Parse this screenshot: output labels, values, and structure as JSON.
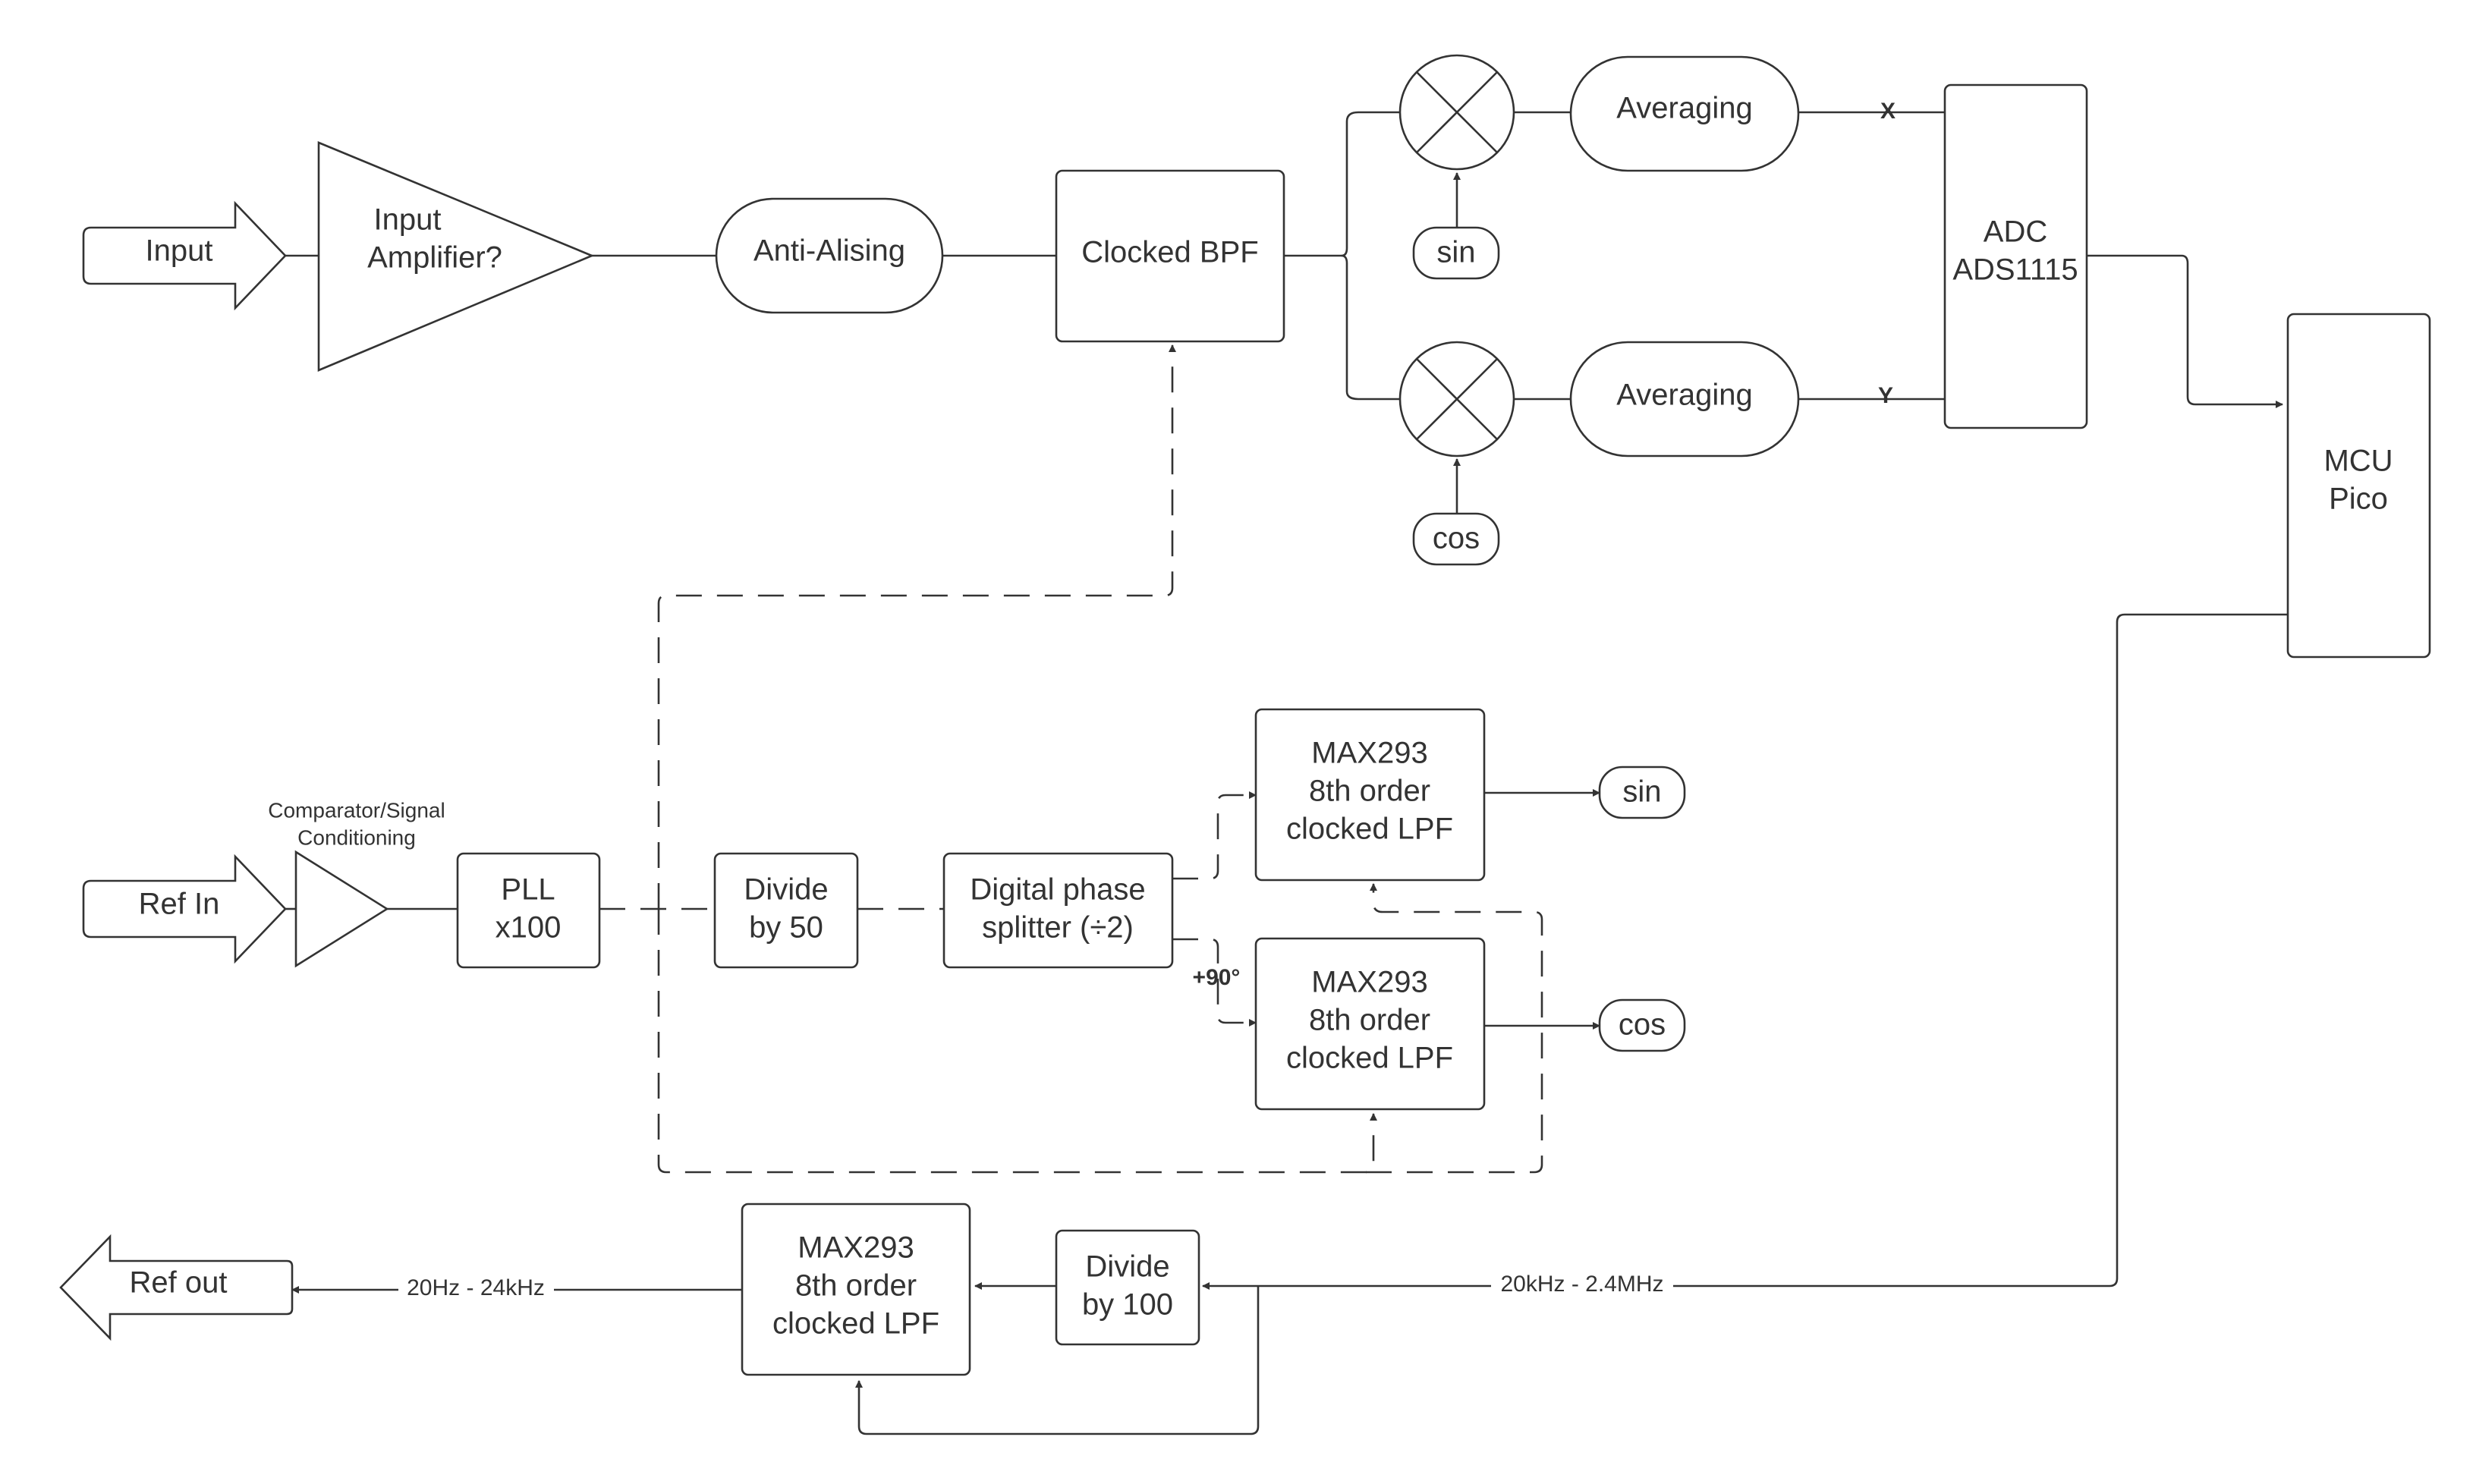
{
  "diagram": {
    "ports": {
      "input": "Input",
      "ref_in": "Ref In",
      "ref_out": "Ref out"
    },
    "blocks": {
      "input_amp": [
        "Input",
        "Amplifier?"
      ],
      "anti_aliasing": "Anti-Alising",
      "clocked_bpf": "Clocked BPF",
      "averaging_x": "Averaging",
      "averaging_y": "Averaging",
      "sin_tag_top": "sin",
      "cos_tag_top": "cos",
      "adc": [
        "ADC",
        "ADS1115"
      ],
      "mcu": [
        "MCU",
        "Pico"
      ],
      "comparator_caption": [
        "Comparator/Signal",
        "Conditioning"
      ],
      "pll": [
        "PLL",
        "x100"
      ],
      "divide_50": [
        "Divide",
        "by 50"
      ],
      "phase_splitter": [
        "Digital phase",
        "splitter (÷2)"
      ],
      "lpf_sin": [
        "MAX293",
        "8th order",
        "clocked LPF"
      ],
      "lpf_cos": [
        "MAX293",
        "8th order",
        "clocked LPF"
      ],
      "sin_out": "sin",
      "cos_out": "cos",
      "lpf_ref": [
        "MAX293",
        "8th order",
        "clocked LPF"
      ],
      "divide_100": [
        "Divide",
        "by 100"
      ]
    },
    "labels": {
      "x": "X",
      "y": "Y",
      "plus90": "+90°",
      "freq_in": "20kHz - 2.4MHz",
      "freq_out": "20Hz - 24kHz"
    }
  }
}
